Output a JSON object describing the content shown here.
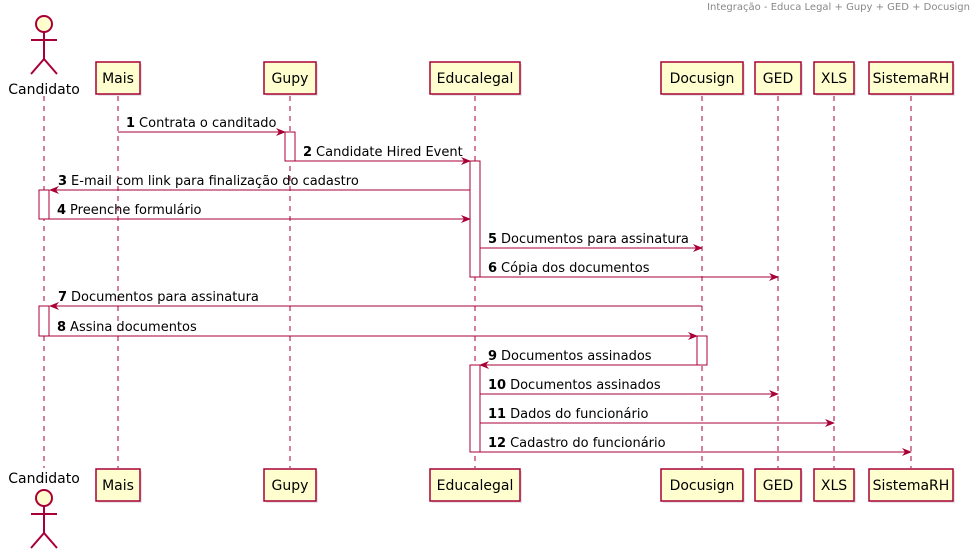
{
  "header": {
    "title": "Integração - Educa Legal + Gupy + GED + Docusign"
  },
  "colors": {
    "participant_fill": "#FEFECE",
    "participant_border": "#A80036",
    "arrow": "#A80036",
    "lifeline": "#A80036",
    "text": "#000000"
  },
  "participants": [
    {
      "id": "candidato",
      "label": "Candidato",
      "kind": "actor",
      "icon": "actor-icon"
    },
    {
      "id": "mais",
      "label": "Mais",
      "kind": "box"
    },
    {
      "id": "gupy",
      "label": "Gupy",
      "kind": "box"
    },
    {
      "id": "educalegal",
      "label": "Educalegal",
      "kind": "box"
    },
    {
      "id": "docusign",
      "label": "Docusign",
      "kind": "box"
    },
    {
      "id": "ged",
      "label": "GED",
      "kind": "box"
    },
    {
      "id": "xls",
      "label": "XLS",
      "kind": "box"
    },
    {
      "id": "sistemarh",
      "label": "SistemaRH",
      "kind": "box"
    }
  ],
  "messages": [
    {
      "num": "1",
      "text": "Contrata o canditado",
      "from": "mais",
      "to": "gupy"
    },
    {
      "num": "2",
      "text": "Candidate Hired Event",
      "from": "gupy",
      "to": "educalegal"
    },
    {
      "num": "3",
      "text": "E-mail com link para finalização do cadastro",
      "from": "educalegal",
      "to": "candidato"
    },
    {
      "num": "4",
      "text": "Preenche formulário",
      "from": "candidato",
      "to": "educalegal"
    },
    {
      "num": "5",
      "text": "Documentos para assinatura",
      "from": "educalegal",
      "to": "docusign"
    },
    {
      "num": "6",
      "text": "Cópia dos documentos",
      "from": "educalegal",
      "to": "ged"
    },
    {
      "num": "7",
      "text": "Documentos para assinatura",
      "from": "docusign",
      "to": "candidato"
    },
    {
      "num": "8",
      "text": "Assina documentos",
      "from": "candidato",
      "to": "docusign"
    },
    {
      "num": "9",
      "text": "Documentos assinados",
      "from": "docusign",
      "to": "educalegal"
    },
    {
      "num": "10",
      "text": "Documentos assinados",
      "from": "educalegal",
      "to": "ged"
    },
    {
      "num": "11",
      "text": "Dados do funcionário",
      "from": "educalegal",
      "to": "xls"
    },
    {
      "num": "12",
      "text": "Cadastro do funcionário",
      "from": "educalegal",
      "to": "sistemarh"
    }
  ]
}
